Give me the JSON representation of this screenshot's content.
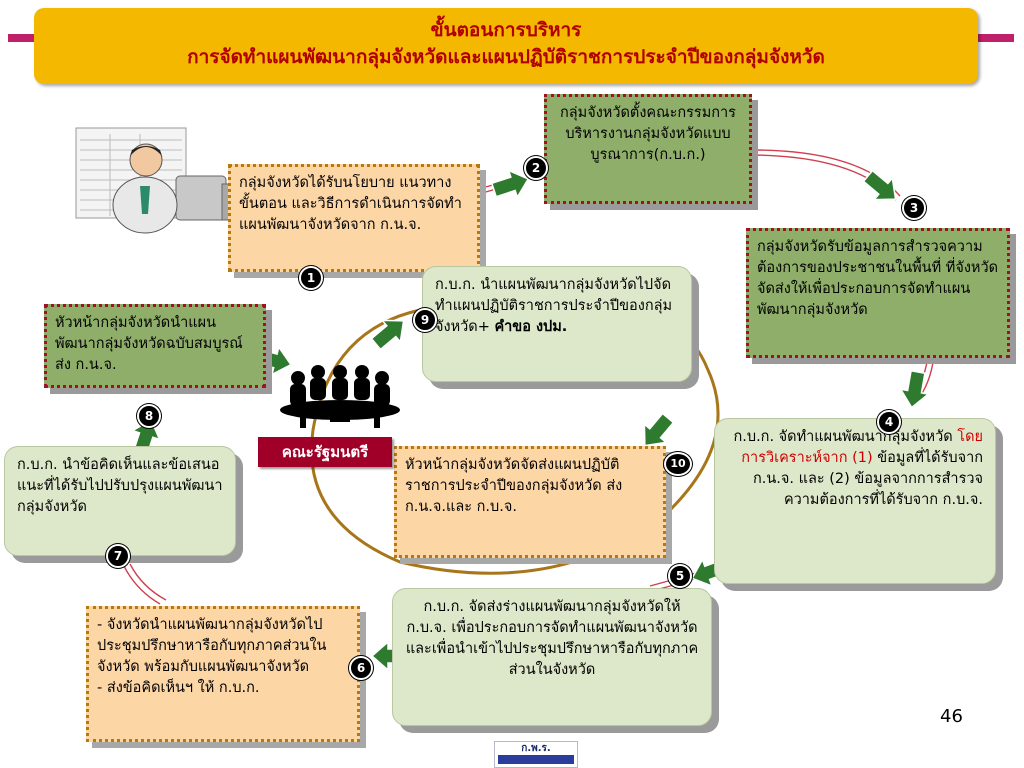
{
  "title": {
    "line1": "ขั้นตอนการบริหาร",
    "line2": "การจัดทำแผนพัฒนากลุ่มจังหวัดและแผนปฏิบัติราชการประจำปีของกลุ่มจังหวัด"
  },
  "steps": {
    "s1": "กลุ่มจังหวัดได้รับนโยบาย แนวทาง ขั้นตอน และวิธีการดำเนินการจัดทำแผนพัฒนาจังหวัดจาก ก.น.จ.",
    "s2": "กลุ่มจังหวัดตั้งคณะกรรมการบริหารงานกลุ่มจังหวัดแบบบูรณาการ(ก.บ.ก.)",
    "s3": "กลุ่มจังหวัดรับข้อมูลการสำรวจความต้องการของประชาชนในพื้นที่ ที่จังหวัดจัดส่งให้เพื่อประกอบการจัดทำแผนพัฒนากลุ่มจังหวัด",
    "s4": {
      "part1": "ก.บ.ก. จัดทำแผนพัฒนากลุ่มจังหวัด ",
      "highlight": "โดยการวิเคราะห์จาก (1)",
      "part2": " ข้อมูลที่ได้รับจาก ก.น.จ. และ (2) ข้อมูลจากการสำรวจความต้องการที่ได้รับจาก ก.บ.จ."
    },
    "s5": "ก.บ.ก. จัดส่งร่างแผนพัฒนากลุ่มจังหวัดให้ ก.บ.จ. เพื่อประกอบการจัดทำแผนพัฒนาจังหวัด และเพื่อนำเข้าไปประชุมปรึกษาหารือกับทุกภาคส่วนในจังหวัด",
    "s6_line1": "- จังหวัดนำแผนพัฒนากลุ่มจังหวัดไปประชุมปรึกษาหารือกับทุกภาคส่วนในจังหวัด พร้อมกับแผนพัฒนาจังหวัด",
    "s6_line2": "- ส่งข้อคิดเห็นฯ ให้ ก.บ.ก.",
    "s7": "ก.บ.ก. นำข้อคิดเห็นและข้อเสนอแนะที่ได้รับไปปรับปรุงแผนพัฒนากลุ่มจังหวัด",
    "s8": "หัวหน้ากลุ่มจังหวัดนำแผนพัฒนากลุ่มจังหวัดฉบับสมบูรณ์ ส่ง ก.น.จ.",
    "s9": {
      "part1": "ก.บ.ก. นำแผนพัฒนากลุ่มจังหวัดไปจัดทำแผนปฏิบัติราชการประจำปีของกลุ่มจังหวัด+ ",
      "bold": "คำขอ งปม."
    },
    "s10": "หัวหน้ากลุ่มจังหวัดจัดส่งแผนปฏิบัติราชการประจำปีของกลุ่มจังหวัด ส่ง ก.น.จ.และ ก.บ.จ."
  },
  "badges": [
    "1",
    "2",
    "3",
    "4",
    "5",
    "6",
    "7",
    "8",
    "9",
    "10"
  ],
  "cabinet_label": "คณะรัฐมนตรี",
  "page_number": "46",
  "logo_text": "ก.พ.ร.",
  "colors": {
    "title_bg": "#f5b800",
    "title_text": "#b00000",
    "green_box": "#8fae6a",
    "orange_box": "#fdd6a6",
    "pale_box": "#dde7c9",
    "arrow": "#2e7a2e",
    "accent_bar": "#c0206a",
    "cabinet_bg": "#a00028"
  },
  "icons": [
    "person-at-computer-icon",
    "meeting-table-icon",
    "arrow-icon"
  ]
}
